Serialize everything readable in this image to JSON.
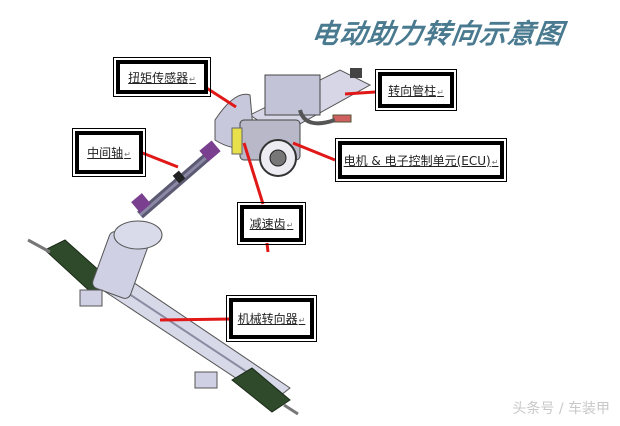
{
  "title": "电动助力转向示意图",
  "labels": {
    "torque_sensor": "扭矩传感器",
    "steering_column": "转向管柱",
    "intermediate_shaft": "中间轴",
    "motor_ecu": "电机 & 电子控制单元(ECU)",
    "reduction_gear": "减速齿",
    "mechanical_steering_gear": "机械转向器"
  },
  "watermark": "头条号 / 车装甲",
  "colors": {
    "title": "#4a7a8f",
    "arrow": "#e01818",
    "boot": "#2f4a2a",
    "metal": "#c9cbe0",
    "shaft": "#5c5a73"
  }
}
